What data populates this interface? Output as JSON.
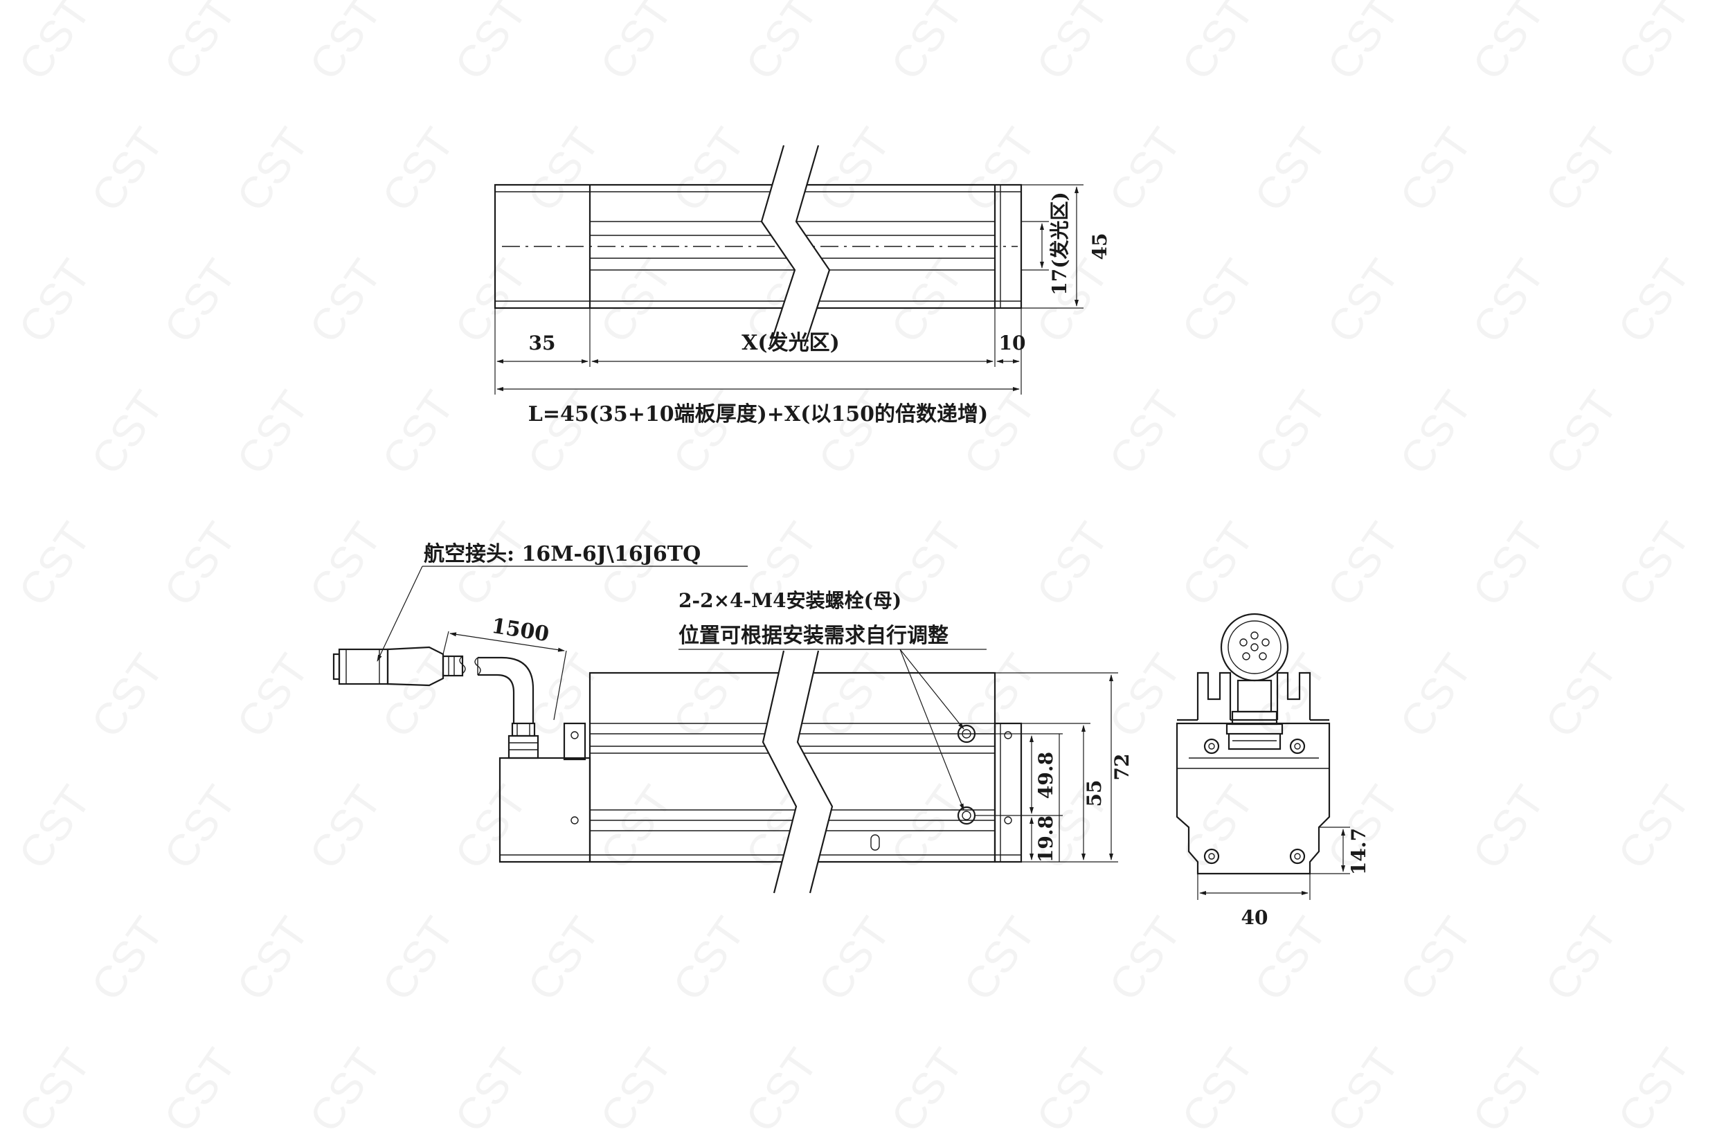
{
  "watermark": "CST",
  "top_view": {
    "dim_left": "35",
    "dim_middle": "X(发光区)",
    "dim_right": "10",
    "dim_height": "45",
    "dim_emit": "17(发光区)",
    "formula": "L=45(35+10端板厚度)+X(以150的倍数递增)"
  },
  "front_view": {
    "connector_label": "航空接头: 16M-6J\\16J6TQ",
    "cable_length": "1500",
    "bolt_note_1": "2-2×4-M4安装螺栓(母)",
    "bolt_note_2": "位置可根据安装需求自行调整",
    "dim_49_8": "49.8",
    "dim_19_8": "19.8",
    "dim_55": "55",
    "dim_72": "72"
  },
  "side_view": {
    "dim_width": "40",
    "dim_height": "14.7"
  }
}
